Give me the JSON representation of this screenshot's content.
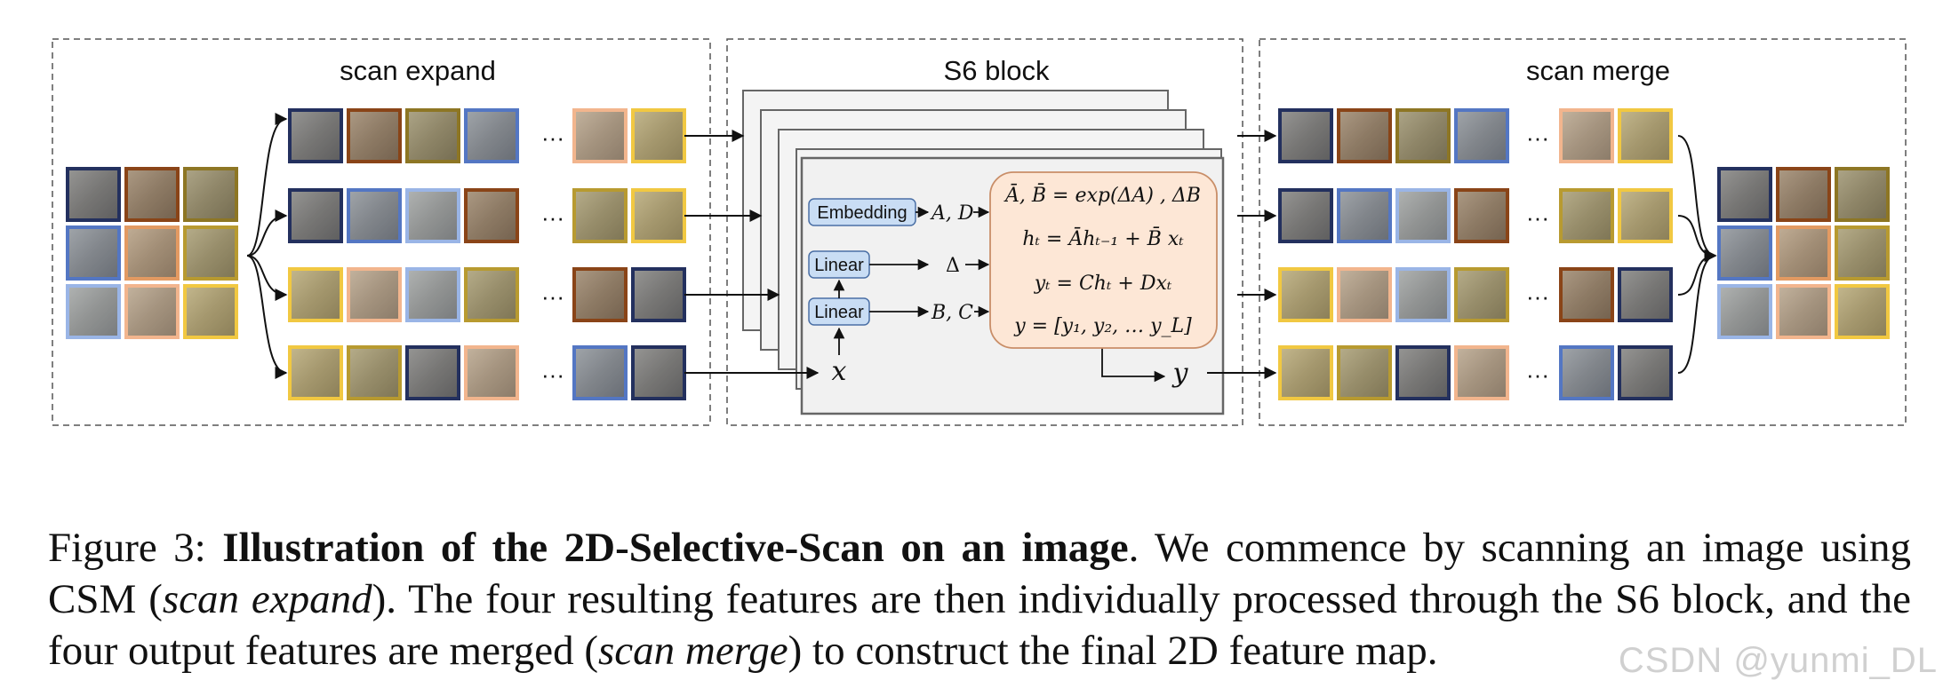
{
  "panels": {
    "expand_title": "scan expand",
    "s6_title": "S6 block",
    "merge_title": "scan merge"
  },
  "ellipsis": "···",
  "s6": {
    "embedding_label": "Embedding",
    "linear_label": "Linear",
    "ad_label": "A, D",
    "delta_label": "Δ",
    "bc_label": "B, C",
    "x_label": "x",
    "y_label": "y",
    "eq1": "Ā, B̄ = exp(ΔA) , ΔB",
    "eq2": "hₜ = Āhₜ₋₁ + B̄ xₜ",
    "eq3": "yₜ = Chₜ + Dxₜ",
    "eq4": "y = [y₁, y₂, … y_L]"
  },
  "caption": {
    "fig_label": "Figure 3: ",
    "bold_title": "Illustration of the 2D-Selective-Scan on an image",
    "part1": ". We commence by scanning an image using CSM (",
    "italic1": "scan expand",
    "part2": "). The four resulting features are then individually processed through the S6 block, and the four output features are merged (",
    "italic2": "scan merge",
    "part3": ") to construct the final 2D feature map."
  },
  "watermark": "CSDN @yunmi_DL",
  "colors": {
    "navy": "#23305e",
    "brown": "#8a4418",
    "olive": "#8d7624",
    "blue": "#5477c3",
    "orange": "#e39a62",
    "yellow": "#f1c842",
    "lightblue": "#9ab5e6",
    "peach": "#f2b58e",
    "gold": "#b89a30",
    "eq_fill": "#fde7d6",
    "eq_stroke": "#c98e68",
    "label_fill": "#c9ddf4",
    "label_stroke": "#4a6fa5"
  },
  "rows_left": [
    [
      "navy",
      "brown",
      "olive",
      "blue"
    ],
    [
      "navy",
      "blue",
      "lightblue",
      "brown"
    ],
    [
      "yellow",
      "peach",
      "lightblue",
      "gold"
    ],
    [
      "yellow",
      "gold",
      "navy",
      "peach"
    ]
  ],
  "rows_left_tail": [
    [
      "peach",
      "yellow"
    ],
    [
      "gold",
      "yellow"
    ],
    [
      "brown",
      "navy"
    ],
    [
      "blue",
      "navy"
    ]
  ],
  "rows_right_tail": [
    [
      "peach",
      "yellow"
    ],
    [
      "gold",
      "yellow"
    ],
    [
      "brown",
      "navy"
    ],
    [
      "blue",
      "navy"
    ]
  ],
  "grid3": [
    [
      "navy",
      "brown",
      "olive"
    ],
    [
      "blue",
      "orange",
      "gold"
    ],
    [
      "lightblue",
      "peach",
      "yellow"
    ]
  ]
}
